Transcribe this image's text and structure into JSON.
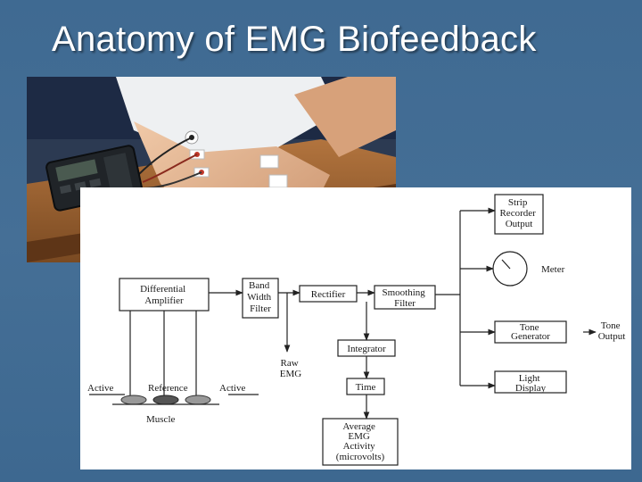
{
  "slide": {
    "title": "Anatomy of EMG Biofeedback"
  },
  "photo": {
    "description_icon": "emg-device-photo"
  },
  "diagram": {
    "differential_amplifier": [
      "Differential",
      "Amplifier"
    ],
    "band_width_filter": [
      "Band",
      "Width",
      "Filter"
    ],
    "rectifier": "Rectifier",
    "smoothing_filter": [
      "Smoothing",
      "Filter"
    ],
    "integrator": "Integrator",
    "time": "Time",
    "average_emg": [
      "Average",
      "EMG",
      "Activity",
      "(microvolts)"
    ],
    "raw_emg": [
      "Raw",
      "EMG"
    ],
    "strip_recorder": [
      "Strip",
      "Recorder",
      "Output"
    ],
    "meter": "Meter",
    "tone_generator": [
      "Tone",
      "Generator"
    ],
    "tone_output": [
      "Tone",
      "Output"
    ],
    "light_display": [
      "Light",
      "Display"
    ],
    "active_left": "Active",
    "reference": "Reference",
    "active_right": "Active",
    "muscle": "Muscle"
  }
}
